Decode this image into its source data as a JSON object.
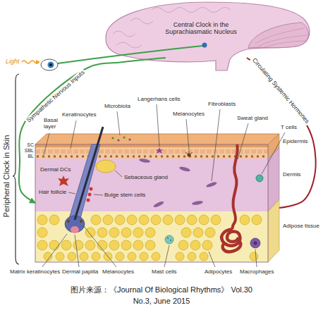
{
  "diagram": {
    "caption": "图片来源：《Journal Of Biological Rhythms》 Vol.30 No.3, June 2015",
    "nodes": [
      {
        "text": [
          "Central Clock in the Suprachiasmatic Nucleus"
        ]
      },
      {
        "text": [
          "Peripheral Clock in Skin"
        ]
      }
    ],
    "edges": [
      {
        "from": 0,
        "to": 1,
        "label": "Sympathetic Nervous Inputs",
        "arrow": "to"
      },
      {
        "from": 0,
        "to": 1,
        "label": "Circulating Systemic Hormones",
        "arrow": "none"
      }
    ],
    "labels": [
      "Light",
      "Basal layer",
      "Keratinocytes",
      "Microbiota",
      "Langerhans cells",
      "Melanocytes",
      "Fibroblasts",
      "Sweat gland",
      "T cells",
      "SC",
      "SBL",
      "BL",
      "Epidermis",
      "Dermal DCs",
      "Sebaceous gland",
      "Dermis",
      "Bulge stem cells",
      "Hair follicle",
      "Adipose tissue",
      "Matrix keratinocytes",
      "Dermal papilla",
      "Melanocytes",
      "Mast cells",
      "Adipocytes",
      "Macrophages"
    ]
  }
}
